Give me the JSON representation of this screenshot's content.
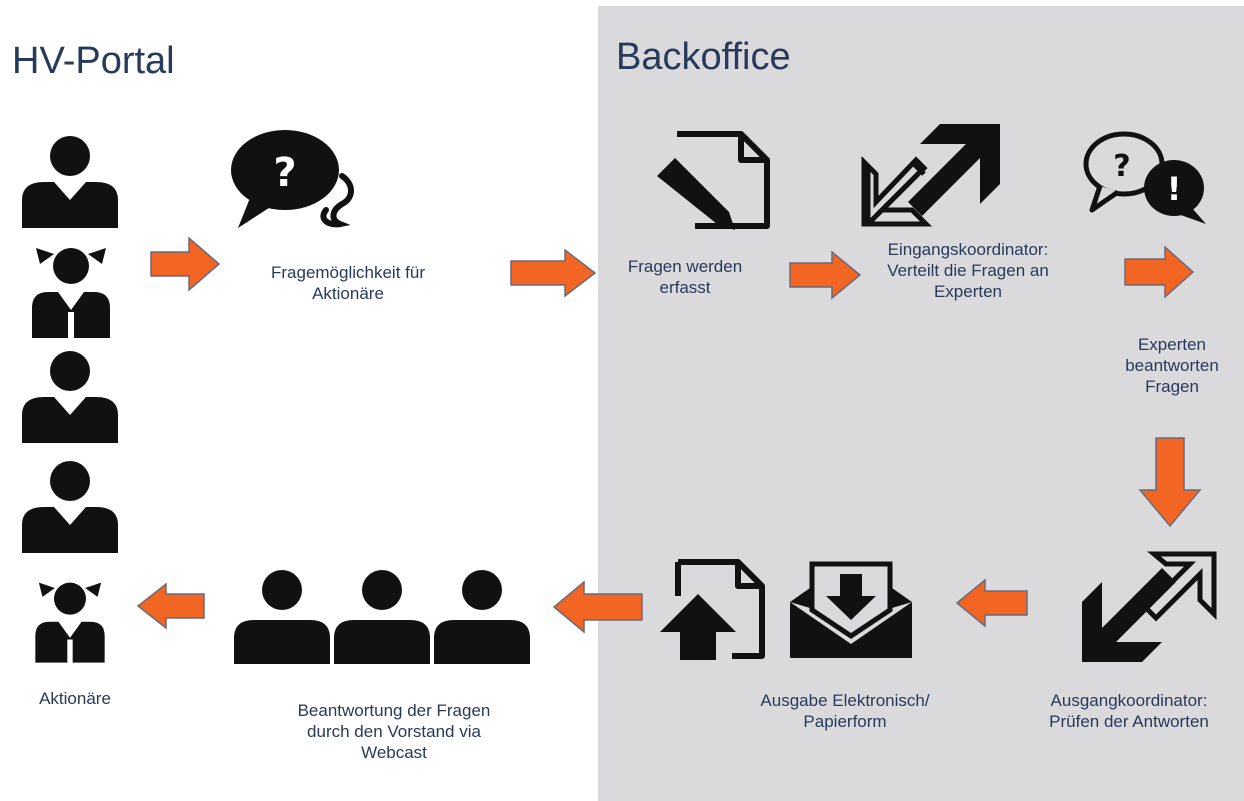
{
  "titles": {
    "left": "HV-Portal",
    "right": "Backoffice"
  },
  "steps": {
    "fragemoeglichkeit": {
      "line1": "Fragemöglichkeit für",
      "line2": "Aktionäre"
    },
    "erfasst": {
      "line1": "Fragen werden",
      "line2": "erfasst"
    },
    "eingang": {
      "line1": "Eingangskoordinator:",
      "line2": "Verteilt die Fragen an",
      "line3": "Experten"
    },
    "experten": {
      "line1": "Experten",
      "line2": "beantworten",
      "line3": "Fragen"
    },
    "ausgang": {
      "line1": "Ausgangkoordinator:",
      "line2": "Prüfen der Antworten"
    },
    "ausgabe": {
      "line1": "Ausgabe  Elektronisch/",
      "line2": "Papierform"
    },
    "beantwortung": {
      "line1": "Beantwortung der Fragen",
      "line2": "durch den Vorstand via",
      "line3": "Webcast"
    },
    "aktionaere": {
      "line1": "Aktionäre"
    }
  },
  "icons": {
    "shareholders": [
      "person-icon",
      "person-pigtails-icon",
      "person-icon",
      "person-icon",
      "person-pigtails-icon"
    ],
    "question_bubble": "question-speech-bubble-icon",
    "document_edit": "document-pencil-icon",
    "distribute": "diagonal-arrows-outward-icon",
    "qa_bubbles": "question-answer-bubbles-icon",
    "collect": "diagonal-arrows-inward-icon",
    "mail": "envelope-download-icon",
    "upload_doc": "document-upload-icon",
    "board": "group-of-three-people-icon"
  },
  "colors": {
    "arrow": "#f26522",
    "arrow_outline": "#6a6a7a",
    "text": "#283a5a",
    "icon": "#111111",
    "backoffice_bg": "#dadadd"
  }
}
